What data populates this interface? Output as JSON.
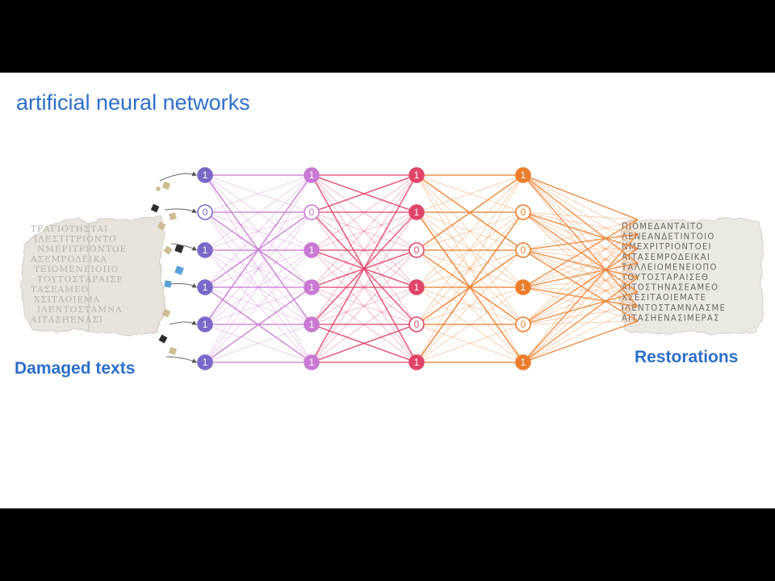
{
  "title": "artificial neural networks",
  "input_caption": "Damaged texts",
  "output_caption": "Restorations",
  "layers": [
    {
      "color": "#7b68c8",
      "nodes": [
        "1",
        "0",
        "1",
        "1",
        "1",
        "1"
      ],
      "filled": [
        true,
        false,
        true,
        true,
        true,
        true
      ]
    },
    {
      "color": "#c87ad2",
      "nodes": [
        "1",
        "0",
        "1",
        "1",
        "1",
        "1"
      ],
      "filled": [
        true,
        false,
        true,
        true,
        true,
        true
      ]
    },
    {
      "color": "#e0466a",
      "nodes": [
        "1",
        "1",
        "0",
        "1",
        "0",
        "1"
      ],
      "filled": [
        true,
        true,
        false,
        true,
        false,
        true
      ]
    },
    {
      "color": "#ea7e2c",
      "nodes": [
        "1",
        "0",
        "0",
        "1",
        "0",
        "1"
      ],
      "filled": [
        true,
        false,
        false,
        true,
        false,
        true
      ]
    }
  ],
  "restored_lines": [
    "ΠΙΟΜΕΔΑΝΤΑΙΤΟ",
    "ΛΕΝΕΑΝΔΕΤΙΝΤΟΙΟ",
    "ΝΜΕΧΡΙΤΡΙΟΝΤΟΕΙ",
    "ΑΙΤΑΣΕΜΡΟΔΕΙΚΑΙ",
    "ΤΑΛΛΕΙΟΜΕΝΕΙΟΠΟ",
    "ΤΟΥΤΟΣΤΑΡΑΙΣΕΘ",
    "ΑΙΤΟΣΤΗΝΑΣΕΑΜΕΟ",
    "ΧΣΕΣΙΤΑΟΙΕΜΑΤΕ",
    "ΙΛΕΝΤΟΣΤΑΜΝΛΑΣΜΕ",
    "ΑΙΤΑΣΗΕΝΑΣΙΜΕΡΑΣ"
  ],
  "damaged_lines": [
    "ΤΡΑΓΙΟΤΗΣΤΑΙ",
    "ΙΛΕΣΤΙΤΡΙΟΝΤΟ",
    "ΝΜΕΡΙΤΡΙΟΝΤΟΕ",
    "ΑΣΕΜΡΟΔΕΙΚΑ",
    "ΤΕΙΟΜΕΝΕΙΟΠΟ",
    "ΤΟΥΤΟΣΤΑΡΑΙΣΕ",
    "ΤΑΣΕΑΜΕΟ",
    "ΧΣΙΤΑΟΙΕΜΑ",
    "ΙΛΕΝΤΟΣΤΑΜΝΛ",
    "ΑΙΤΑΣΗΕΝΑΣΙ"
  ],
  "colors": {
    "title": "#2f6fc8",
    "caption": "#2a6fc9",
    "stone": "#e7e3dc",
    "fragment_tan": "#cdbd92",
    "fragment_dark": "#2d2d2d",
    "fragment_blue": "#5aa3d8"
  }
}
